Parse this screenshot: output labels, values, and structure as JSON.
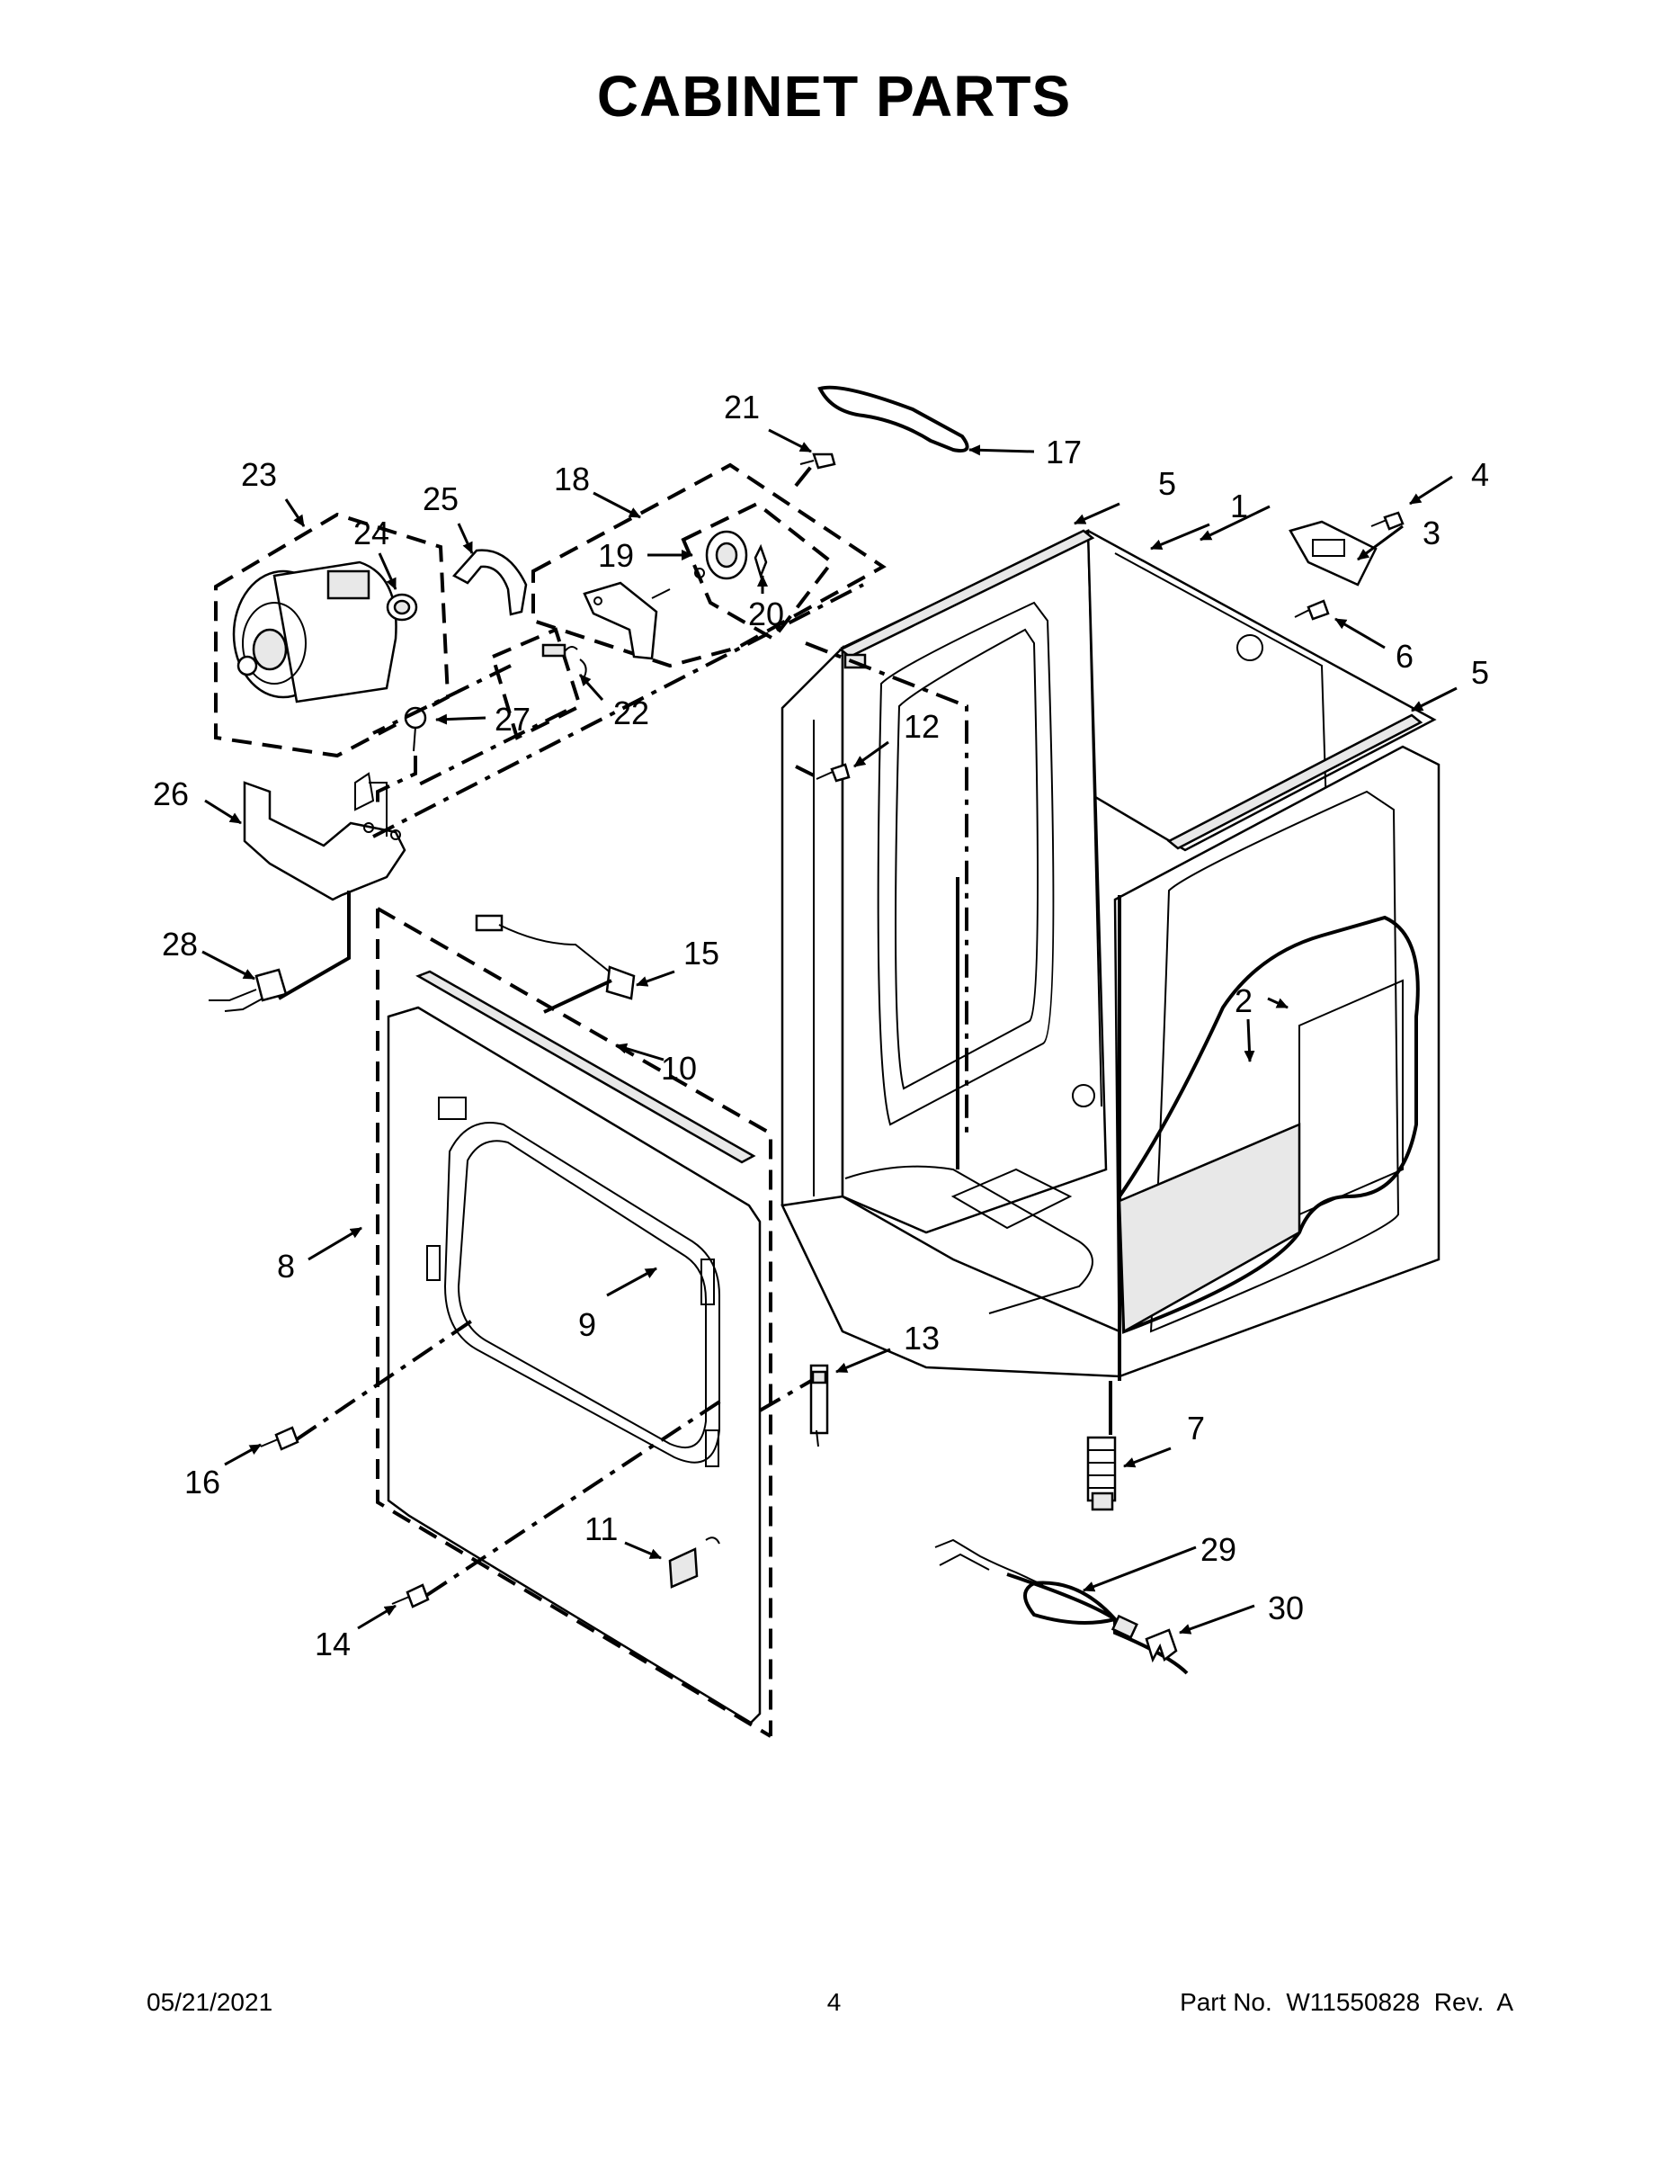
{
  "page_title": "CABINET PARTS",
  "footer": {
    "date": "05/21/2021",
    "page_number": "4",
    "part_number": "Part No.  W11550828  Rev.  A"
  },
  "callouts": [
    {
      "id": "c1",
      "label": "1"
    },
    {
      "id": "c2",
      "label": "2"
    },
    {
      "id": "c3",
      "label": "3"
    },
    {
      "id": "c4",
      "label": "4"
    },
    {
      "id": "c5a",
      "label": "5"
    },
    {
      "id": "c5b",
      "label": "5"
    },
    {
      "id": "c6",
      "label": "6"
    },
    {
      "id": "c7",
      "label": "7"
    },
    {
      "id": "c8",
      "label": "8"
    },
    {
      "id": "c9",
      "label": "9"
    },
    {
      "id": "c10",
      "label": "10"
    },
    {
      "id": "c11",
      "label": "11"
    },
    {
      "id": "c12",
      "label": "12"
    },
    {
      "id": "c13",
      "label": "13"
    },
    {
      "id": "c14",
      "label": "14"
    },
    {
      "id": "c15",
      "label": "15"
    },
    {
      "id": "c16",
      "label": "16"
    },
    {
      "id": "c17",
      "label": "17"
    },
    {
      "id": "c18",
      "label": "18"
    },
    {
      "id": "c19",
      "label": "19"
    },
    {
      "id": "c20",
      "label": "20"
    },
    {
      "id": "c21",
      "label": "21"
    },
    {
      "id": "c22",
      "label": "22"
    },
    {
      "id": "c23",
      "label": "23"
    },
    {
      "id": "c24",
      "label": "24"
    },
    {
      "id": "c25",
      "label": "25"
    },
    {
      "id": "c26",
      "label": "26"
    },
    {
      "id": "c27",
      "label": "27"
    },
    {
      "id": "c28",
      "label": "28"
    },
    {
      "id": "c29",
      "label": "29"
    },
    {
      "id": "c30",
      "label": "30"
    }
  ]
}
